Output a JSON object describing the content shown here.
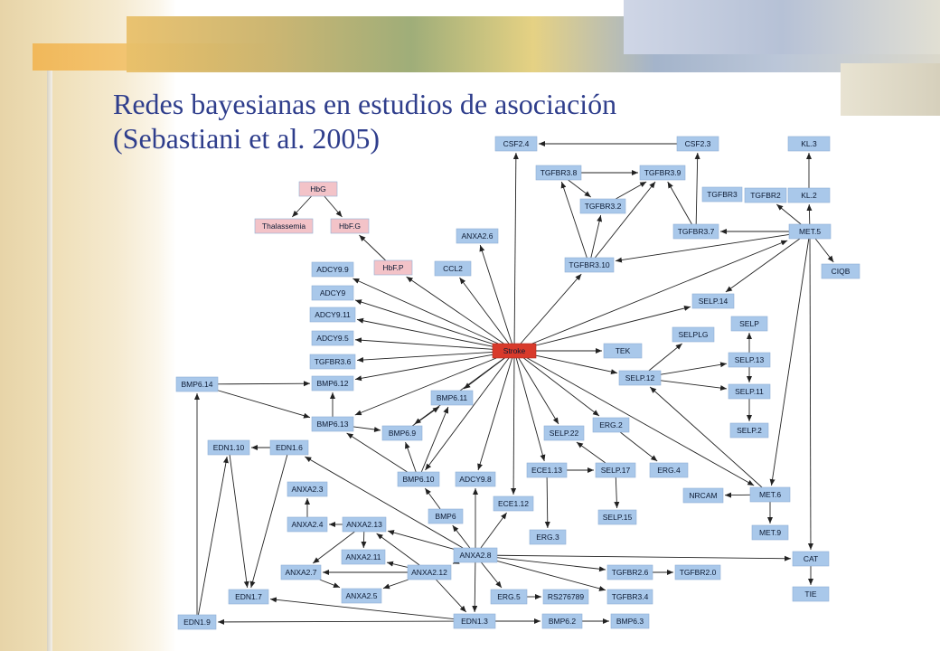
{
  "slide": {
    "title_line1": "Redes bayesianas en estudios de asociación",
    "title_line2": "(Sebastiani et al. 2005)"
  },
  "colors": {
    "title": "#2f3e8c",
    "node_blue": "#a9c8ea",
    "node_pink": "#f3c3c8",
    "node_red": "#d83a2b",
    "edge": "#222222"
  },
  "diagram": {
    "nodes": [
      {
        "id": "CSF2.4",
        "label": "CSF2.4",
        "kind": "blue"
      },
      {
        "id": "CSF2.3",
        "label": "CSF2.3",
        "kind": "blue"
      },
      {
        "id": "KL.3",
        "label": "KL.3",
        "kind": "blue"
      },
      {
        "id": "TGFBR3.8",
        "label": "TGFBR3.8",
        "kind": "blue"
      },
      {
        "id": "TGFBR3.9",
        "label": "TGFBR3.9",
        "kind": "blue"
      },
      {
        "id": "HbG",
        "label": "HbG",
        "kind": "pink"
      },
      {
        "id": "TGFBR3",
        "label": "TGFBR3",
        "kind": "blue"
      },
      {
        "id": "TGFBR2",
        "label": "TGFBR2",
        "kind": "blue"
      },
      {
        "id": "KL.2",
        "label": "KL.2",
        "kind": "blue"
      },
      {
        "id": "TGFBR3.2",
        "label": "TGFBR3.2",
        "kind": "blue"
      },
      {
        "id": "Thalassemia",
        "label": "Thalassemia",
        "kind": "pink"
      },
      {
        "id": "HbF.G",
        "label": "HbF.G",
        "kind": "pink"
      },
      {
        "id": "TGFBR3.7",
        "label": "TGFBR3.7",
        "kind": "blue"
      },
      {
        "id": "MET.5",
        "label": "MET.5",
        "kind": "blue"
      },
      {
        "id": "ANXA2.6",
        "label": "ANXA2.6",
        "kind": "blue"
      },
      {
        "id": "ADCY9.9",
        "label": "ADCY9.9",
        "kind": "blue"
      },
      {
        "id": "HbF.P",
        "label": "HbF.P",
        "kind": "pink"
      },
      {
        "id": "CCL2",
        "label": "CCL2",
        "kind": "blue"
      },
      {
        "id": "TGFBR3.10",
        "label": "TGFBR3.10",
        "kind": "blue"
      },
      {
        "id": "CIQB",
        "label": "CIQB",
        "kind": "blue"
      },
      {
        "id": "ADCY9",
        "label": "ADCY9",
        "kind": "blue"
      },
      {
        "id": "SELP.14",
        "label": "SELP.14",
        "kind": "blue"
      },
      {
        "id": "ADCY9.11",
        "label": "ADCY9.11",
        "kind": "blue"
      },
      {
        "id": "SELP",
        "label": "SELP",
        "kind": "blue"
      },
      {
        "id": "SELPLG",
        "label": "SELPLG",
        "kind": "blue"
      },
      {
        "id": "ADCY9.5",
        "label": "ADCY9.5",
        "kind": "blue"
      },
      {
        "id": "Stroke",
        "label": "Stroke",
        "kind": "red"
      },
      {
        "id": "TEK",
        "label": "TEK",
        "kind": "blue"
      },
      {
        "id": "SELP.13",
        "label": "SELP.13",
        "kind": "blue"
      },
      {
        "id": "TGFBR3.6",
        "label": "TGFBR3.6",
        "kind": "blue"
      },
      {
        "id": "BMP6.14",
        "label": "BMP6.14",
        "kind": "blue"
      },
      {
        "id": "BMP6.12",
        "label": "BMP6.12",
        "kind": "blue"
      },
      {
        "id": "SELP.12",
        "label": "SELP.12",
        "kind": "blue"
      },
      {
        "id": "SELP.11",
        "label": "SELP.11",
        "kind": "blue"
      },
      {
        "id": "BMP6.11",
        "label": "BMP6.11",
        "kind": "blue"
      },
      {
        "id": "BMP6.13",
        "label": "BMP6.13",
        "kind": "blue"
      },
      {
        "id": "ERG.2",
        "label": "ERG.2",
        "kind": "blue"
      },
      {
        "id": "BMP6.9",
        "label": "BMP6.9",
        "kind": "blue"
      },
      {
        "id": "SELP.22",
        "label": "SELP.22",
        "kind": "blue"
      },
      {
        "id": "SELP.2",
        "label": "SELP.2",
        "kind": "blue"
      },
      {
        "id": "EDN1.10",
        "label": "EDN1.10",
        "kind": "blue"
      },
      {
        "id": "EDN1.6",
        "label": "EDN1.6",
        "kind": "blue"
      },
      {
        "id": "ECE1.13",
        "label": "ECE1.13",
        "kind": "blue"
      },
      {
        "id": "SELP.17",
        "label": "SELP.17",
        "kind": "blue"
      },
      {
        "id": "ERG.4",
        "label": "ERG.4",
        "kind": "blue"
      },
      {
        "id": "BMP6.10",
        "label": "BMP6.10",
        "kind": "blue"
      },
      {
        "id": "ADCY9.8",
        "label": "ADCY9.8",
        "kind": "blue"
      },
      {
        "id": "ANXA2.3",
        "label": "ANXA2.3",
        "kind": "blue"
      },
      {
        "id": "ECE1.12",
        "label": "ECE1.12",
        "kind": "blue"
      },
      {
        "id": "NRCAM",
        "label": "NRCAM",
        "kind": "blue"
      },
      {
        "id": "MET.6",
        "label": "MET.6",
        "kind": "blue"
      },
      {
        "id": "BMP6",
        "label": "BMP6",
        "kind": "blue"
      },
      {
        "id": "SELP.15",
        "label": "SELP.15",
        "kind": "blue"
      },
      {
        "id": "ANXA2.4",
        "label": "ANXA2.4",
        "kind": "blue"
      },
      {
        "id": "ANXA2.13",
        "label": "ANXA2.13",
        "kind": "blue"
      },
      {
        "id": "MET.9",
        "label": "MET.9",
        "kind": "blue"
      },
      {
        "id": "ERG.3",
        "label": "ERG.3",
        "kind": "blue"
      },
      {
        "id": "ANXA2.11",
        "label": "ANXA2.11",
        "kind": "blue"
      },
      {
        "id": "ANXA2.8",
        "label": "ANXA2.8",
        "kind": "blue"
      },
      {
        "id": "CAT",
        "label": "CAT",
        "kind": "blue"
      },
      {
        "id": "ANXA2.7",
        "label": "ANXA2.7",
        "kind": "blue"
      },
      {
        "id": "ANXA2.12",
        "label": "ANXA2.12",
        "kind": "blue"
      },
      {
        "id": "TGFBR2.6",
        "label": "TGFBR2.6",
        "kind": "blue"
      },
      {
        "id": "TGFBR2.0",
        "label": "TGFBR2.0",
        "kind": "blue"
      },
      {
        "id": "EDN1.7",
        "label": "EDN1.7",
        "kind": "blue"
      },
      {
        "id": "ANXA2.5",
        "label": "ANXA2.5",
        "kind": "blue"
      },
      {
        "id": "ERG.5",
        "label": "ERG.5",
        "kind": "blue"
      },
      {
        "id": "RS276789",
        "label": "RS276789",
        "kind": "blue"
      },
      {
        "id": "TGFBR3.4",
        "label": "TGFBR3.4",
        "kind": "blue"
      },
      {
        "id": "TIE",
        "label": "TIE",
        "kind": "blue"
      },
      {
        "id": "EDN1.9",
        "label": "EDN1.9",
        "kind": "blue"
      },
      {
        "id": "EDN1.3",
        "label": "EDN1.3",
        "kind": "blue"
      },
      {
        "id": "BMP6.2",
        "label": "BMP6.2",
        "kind": "blue"
      },
      {
        "id": "BMP6.3",
        "label": "BMP6.3",
        "kind": "blue"
      }
    ],
    "edges": [
      [
        "HbG",
        "Thalassemia"
      ],
      [
        "HbG",
        "HbF.G"
      ],
      [
        "HbF.P",
        "HbF.G"
      ],
      [
        "Stroke",
        "CSF2.4"
      ],
      [
        "Stroke",
        "ANXA2.6"
      ],
      [
        "Stroke",
        "CCL2"
      ],
      [
        "Stroke",
        "HbF.P"
      ],
      [
        "Stroke",
        "ADCY9.9"
      ],
      [
        "Stroke",
        "ADCY9"
      ],
      [
        "Stroke",
        "ADCY9.11"
      ],
      [
        "Stroke",
        "ADCY9.5"
      ],
      [
        "Stroke",
        "TGFBR3.6"
      ],
      [
        "Stroke",
        "BMP6.12"
      ],
      [
        "Stroke",
        "BMP6.13"
      ],
      [
        "Stroke",
        "BMP6.11"
      ],
      [
        "Stroke",
        "BMP6.9"
      ],
      [
        "Stroke",
        "BMP6.10"
      ],
      [
        "Stroke",
        "ADCY9.8"
      ],
      [
        "Stroke",
        "ECE1.12"
      ],
      [
        "Stroke",
        "ECE1.13"
      ],
      [
        "Stroke",
        "SELP.22"
      ],
      [
        "Stroke",
        "ERG.2"
      ],
      [
        "Stroke",
        "SELP.12"
      ],
      [
        "Stroke",
        "TEK"
      ],
      [
        "Stroke",
        "SELP.14"
      ],
      [
        "Stroke",
        "TGFBR3.10"
      ],
      [
        "Stroke",
        "MET.5"
      ],
      [
        "Stroke",
        "MET.6"
      ],
      [
        "TGFBR3.8",
        "TGFBR3.9"
      ],
      [
        "TGFBR3.8",
        "TGFBR3.2"
      ],
      [
        "TGFBR3.2",
        "TGFBR3.9"
      ],
      [
        "TGFBR3.10",
        "TGFBR3.8"
      ],
      [
        "TGFBR3.10",
        "TGFBR3.9"
      ],
      [
        "TGFBR3.10",
        "TGFBR3.2"
      ],
      [
        "TGFBR3.7",
        "CSF2.3"
      ],
      [
        "CSF2.3",
        "CSF2.4"
      ],
      [
        "TGFBR3.7",
        "TGFBR3.9"
      ],
      [
        "MET.5",
        "TGFBR3.7"
      ],
      [
        "MET.5",
        "TGFBR2"
      ],
      [
        "MET.5",
        "KL.2"
      ],
      [
        "KL.2",
        "KL.3"
      ],
      [
        "MET.5",
        "CIQB"
      ],
      [
        "MET.5",
        "TGFBR3.10"
      ],
      [
        "MET.5",
        "SELP.14"
      ],
      [
        "MET.5",
        "MET.6"
      ],
      [
        "MET.6",
        "MET.9"
      ],
      [
        "MET.6",
        "NRCAM"
      ],
      [
        "MET.6",
        "SELP.12"
      ],
      [
        "SELP.12",
        "SELPLG"
      ],
      [
        "SELP.12",
        "SELP.13"
      ],
      [
        "SELP.12",
        "SELP.11"
      ],
      [
        "SELP.13",
        "SELP"
      ],
      [
        "SELP.13",
        "SELP.11"
      ],
      [
        "SELP.11",
        "SELP.2"
      ],
      [
        "ERG.2",
        "ERG.4"
      ],
      [
        "SELP.17",
        "SELP.22"
      ],
      [
        "SELP.17",
        "SELP.15"
      ],
      [
        "ECE1.13",
        "SELP.17"
      ],
      [
        "ECE1.13",
        "ERG.3"
      ],
      [
        "BMP6.14",
        "BMP6.12"
      ],
      [
        "BMP6.14",
        "BMP6.13"
      ],
      [
        "BMP6.13",
        "BMP6.12"
      ],
      [
        "BMP6.13",
        "BMP6.9"
      ],
      [
        "BMP6.10",
        "BMP6.13"
      ],
      [
        "BMP6.10",
        "BMP6.9"
      ],
      [
        "BMP6.10",
        "BMP6.11"
      ],
      [
        "BMP6.9",
        "BMP6.11"
      ],
      [
        "BMP6",
        "BMP6.10"
      ],
      [
        "EDN1.6",
        "EDN1.10"
      ],
      [
        "EDN1.6",
        "EDN1.7"
      ],
      [
        "EDN1.10",
        "EDN1.7"
      ],
      [
        "EDN1.9",
        "EDN1.10"
      ],
      [
        "EDN1.9",
        "BMP6.14"
      ],
      [
        "ANXA2.8",
        "EDN1.6"
      ],
      [
        "ANXA2.8",
        "ADCY9.8"
      ],
      [
        "ANXA2.8",
        "BMP6"
      ],
      [
        "ANXA2.8",
        "ECE1.12"
      ],
      [
        "ANXA2.8",
        "ANXA2.13"
      ],
      [
        "ANXA2.8",
        "ANXA2.12"
      ],
      [
        "ANXA2.8",
        "CAT"
      ],
      [
        "ANXA2.8",
        "TGFBR2.6"
      ],
      [
        "ANXA2.8",
        "ERG.5"
      ],
      [
        "ANXA2.8",
        "TGFBR3.4"
      ],
      [
        "ANXA2.8",
        "EDN1.3"
      ],
      [
        "ANXA2.13",
        "ANXA2.4"
      ],
      [
        "ANXA2.4",
        "ANXA2.3"
      ],
      [
        "ANXA2.13",
        "ANXA2.11"
      ],
      [
        "ANXA2.13",
        "ANXA2.7"
      ],
      [
        "ANXA2.12",
        "ANXA2.11"
      ],
      [
        "ANXA2.12",
        "ANXA2.7"
      ],
      [
        "ANXA2.12",
        "ANXA2.5"
      ],
      [
        "ANXA2.12",
        "ANXA2.13"
      ],
      [
        "ANXA2.7",
        "ANXA2.5"
      ],
      [
        "ANXA2.12",
        "EDN1.3"
      ],
      [
        "ERG.5",
        "RS276789"
      ],
      [
        "TGFBR2.6",
        "TGFBR2.0"
      ],
      [
        "CAT",
        "TIE"
      ],
      [
        "MET.5",
        "CAT"
      ],
      [
        "EDN1.3",
        "EDN1.9"
      ],
      [
        "EDN1.3",
        "EDN1.7"
      ],
      [
        "EDN1.3",
        "BMP6.2"
      ],
      [
        "BMP6.2",
        "BMP6.3"
      ]
    ]
  }
}
